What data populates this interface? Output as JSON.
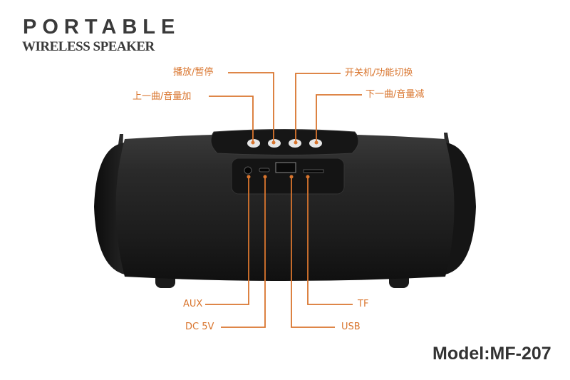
{
  "header": {
    "title": "PORTABLE",
    "subtitle": "WIRELESS SPEAKER"
  },
  "callouts": {
    "play_pause": "播放/暂停",
    "power_mode": "开关机/功能切换",
    "prev_vol_up": "上一曲/音量加",
    "next_vol_down": "下一曲/音量减",
    "aux": "AUX",
    "dc": "DC 5V",
    "usb": "USB",
    "tf": "TF"
  },
  "model": "Model:MF-207",
  "colors": {
    "accent": "#d9752e",
    "body": "#1e1e1e",
    "text": "#3a3a3a"
  }
}
